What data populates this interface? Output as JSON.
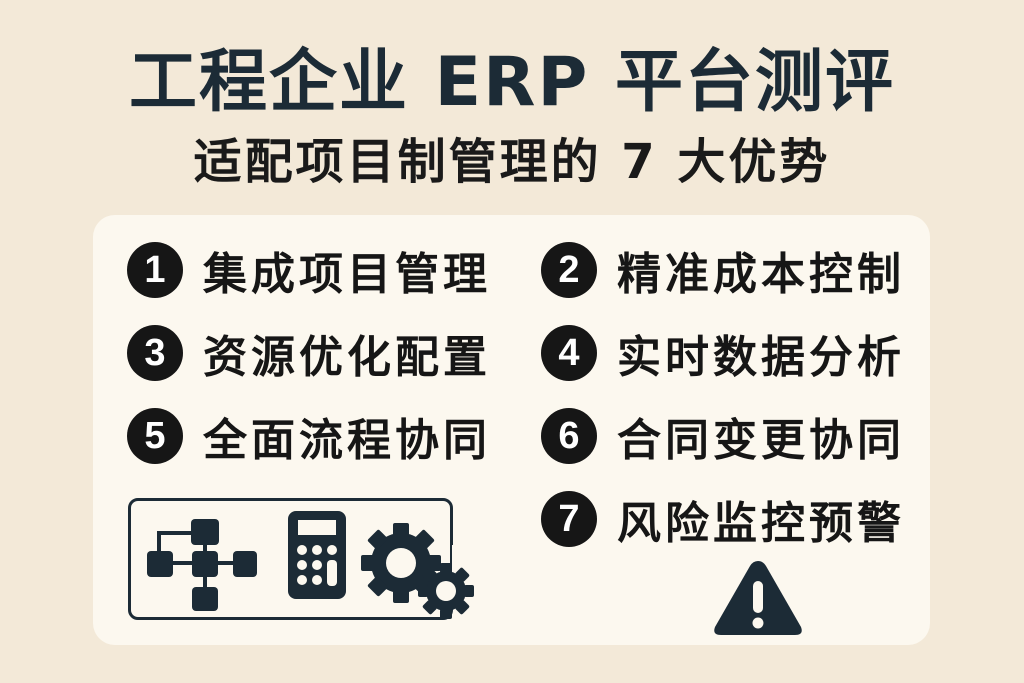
{
  "header": {
    "title": "工程企业 ERP 平台测评",
    "subtitle": "适配项目制管理的 7 大优势"
  },
  "advantages": [
    {
      "number": "1",
      "label": "集成项目管理"
    },
    {
      "number": "2",
      "label": "精准成本控制"
    },
    {
      "number": "3",
      "label": "资源优化配置"
    },
    {
      "number": "4",
      "label": "实时数据分析"
    },
    {
      "number": "5",
      "label": "全面流程协同"
    },
    {
      "number": "6",
      "label": "合同变更协同"
    },
    {
      "number": "7",
      "label": "风险监控预警"
    }
  ],
  "icons": [
    "flowchart-icon",
    "calculator-icon",
    "gears-icon",
    "warning-icon"
  ],
  "colors": {
    "background": "#f3e9d8",
    "card": "#fcf8ef",
    "title": "#1c2b36",
    "text": "#161616",
    "icon": "#1c2b36"
  }
}
